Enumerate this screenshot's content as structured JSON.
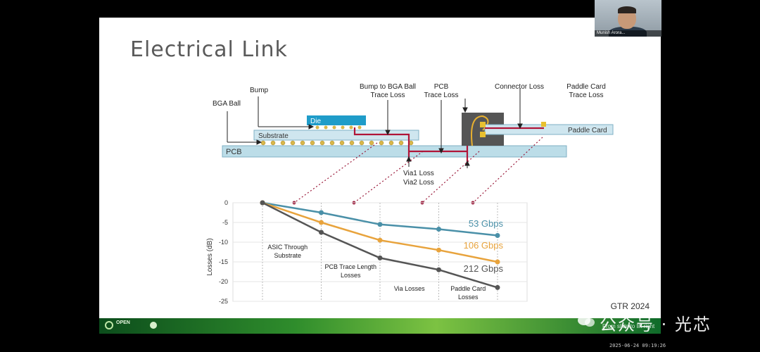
{
  "slide": {
    "title": "Electrical Link",
    "footer_logo": "OPEN",
    "conference": "GTR 2024"
  },
  "webcam": {
    "participant_name": "Munish Arora..."
  },
  "diagram": {
    "bga_ball": "BGA Ball",
    "bump": "Bump",
    "die": "Die",
    "substrate": "Substrate",
    "pcb": "PCB",
    "paddle_card": "Paddle Card",
    "bump_trace_1": "Bump to BGA Ball",
    "bump_trace_2": "Trace Loss",
    "pcb_trace_1": "PCB",
    "pcb_trace_2": "Trace Loss",
    "connector_loss": "Connector Loss",
    "paddle_trace_1": "Paddle Card",
    "paddle_trace_2": "Trace Loss",
    "via1": "Via1 Loss",
    "via2": "Via2 Loss"
  },
  "chart_data": {
    "type": "line",
    "ylabel": "Losses (dB)",
    "ylim": [
      -25,
      0
    ],
    "yticks": [
      0,
      -5,
      -10,
      -15,
      -20,
      -25
    ],
    "x": [
      0,
      1,
      2,
      3,
      4
    ],
    "regions": [
      "ASIC Through Substrate",
      "PCB Trace Length Losses",
      "Via Losses",
      "Paddle Card Losses"
    ],
    "series": [
      {
        "name": "53 Gbps",
        "color": "#4a90a8",
        "values": [
          0,
          -2.5,
          -5.5,
          -6.7,
          -8.3
        ]
      },
      {
        "name": "106 Gbps",
        "color": "#e8a33c",
        "values": [
          0,
          -5,
          -9.5,
          -12,
          -15
        ]
      },
      {
        "name": "212 Gbps",
        "color": "#555555",
        "values": [
          0,
          -7.5,
          -14,
          -17,
          -21.5
        ]
      }
    ]
  },
  "overlay": {
    "watermark": "公众号 · 光芯",
    "watermark_sub": "From slide to lift right",
    "timestamp": "2025-06-24 09:19:26"
  }
}
